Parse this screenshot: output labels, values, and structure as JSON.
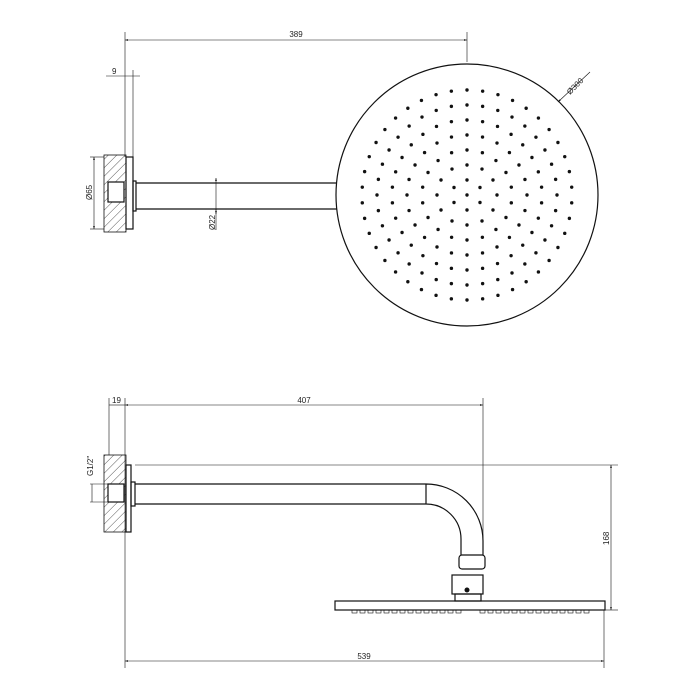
{
  "drawing": {
    "top_view": {
      "dim_arm_length": "389",
      "dim_plate_depth": "9",
      "dim_head_diameter": "Ø300",
      "dim_plate_diameter": "Ø65",
      "dim_arm_diameter": "Ø22"
    },
    "side_view": {
      "dim_plate_depth": "19",
      "dim_arm_length": "407",
      "dim_thread": "G1/2\"",
      "dim_drop": "168",
      "dim_total_length": "539"
    },
    "colors": {
      "line": "#111111",
      "background": "#ffffff"
    }
  }
}
